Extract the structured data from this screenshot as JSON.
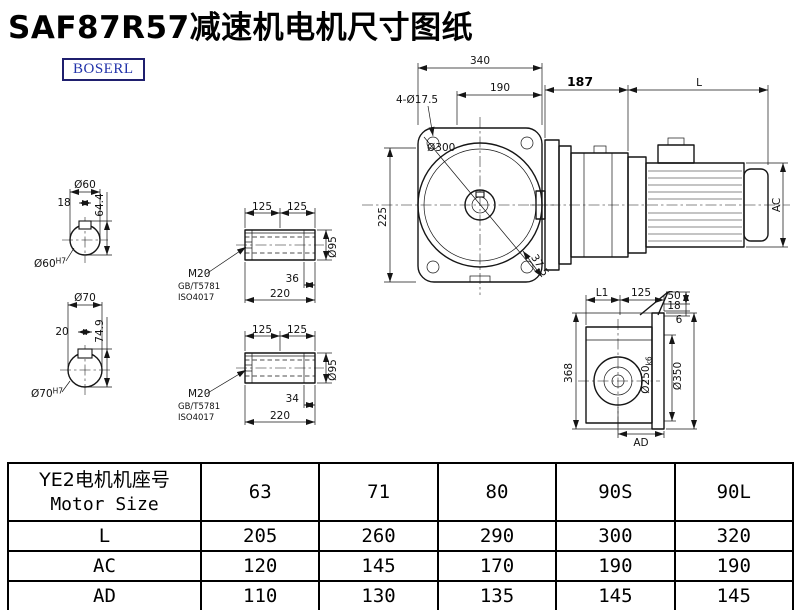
{
  "page": {
    "title": "SAF87R57减速机电机尺寸图纸",
    "logo": "BOSERL"
  },
  "front_view": {
    "dim_width": "340",
    "dim_flange": "190",
    "holes_label": "4-Ø17.5",
    "dia_label": "Ø300",
    "dim_height": "225",
    "dim_offset": "37.5"
  },
  "side_view": {
    "dim_gear": "187",
    "dim_motor": "L",
    "dim_ac": "AC"
  },
  "shaft60": {
    "dia": "Ø60",
    "key_width": "18",
    "key_height": "64.4",
    "bore_d": "Ø60",
    "bore_fit": "H7"
  },
  "shaft70": {
    "dia": "Ø70",
    "key_width": "20",
    "key_height": "74.9",
    "bore_d": "Ø70",
    "bore_fit": "H7"
  },
  "shaft_detail_top": {
    "dim_left": "125",
    "dim_right": "125",
    "thread": "M20",
    "std1": "GB/T5781",
    "std2": "ISO4017",
    "dim_key": "36",
    "dim_length": "220",
    "dia": "Ø95"
  },
  "shaft_detail_bottom": {
    "dim_left": "125",
    "dim_right": "125",
    "thread": "M20",
    "std1": "GB/T5781",
    "std2": "ISO4017",
    "dim_key": "34",
    "dim_length": "220",
    "dia": "Ø95"
  },
  "rear_view": {
    "dim_l1": "L1",
    "dim_125": "125",
    "dim_50": "50",
    "dim_18": "18",
    "dim_6": "6",
    "dim_368": "368",
    "dia_spigot_d": "Ø250",
    "dia_spigot_fit": "k6",
    "dia_flange": "Ø350",
    "dim_ad": "AD"
  },
  "table": {
    "size_header_cn": "YE2电机机座号",
    "size_header_en": "Motor Size",
    "columns": [
      "63",
      "71",
      "80",
      "90S",
      "90L"
    ],
    "rows": [
      {
        "label": "L",
        "values": [
          "205",
          "260",
          "290",
          "300",
          "320"
        ]
      },
      {
        "label": "AC",
        "values": [
          "120",
          "145",
          "170",
          "190",
          "190"
        ]
      },
      {
        "label": "AD",
        "values": [
          "110",
          "130",
          "135",
          "145",
          "145"
        ]
      }
    ]
  }
}
